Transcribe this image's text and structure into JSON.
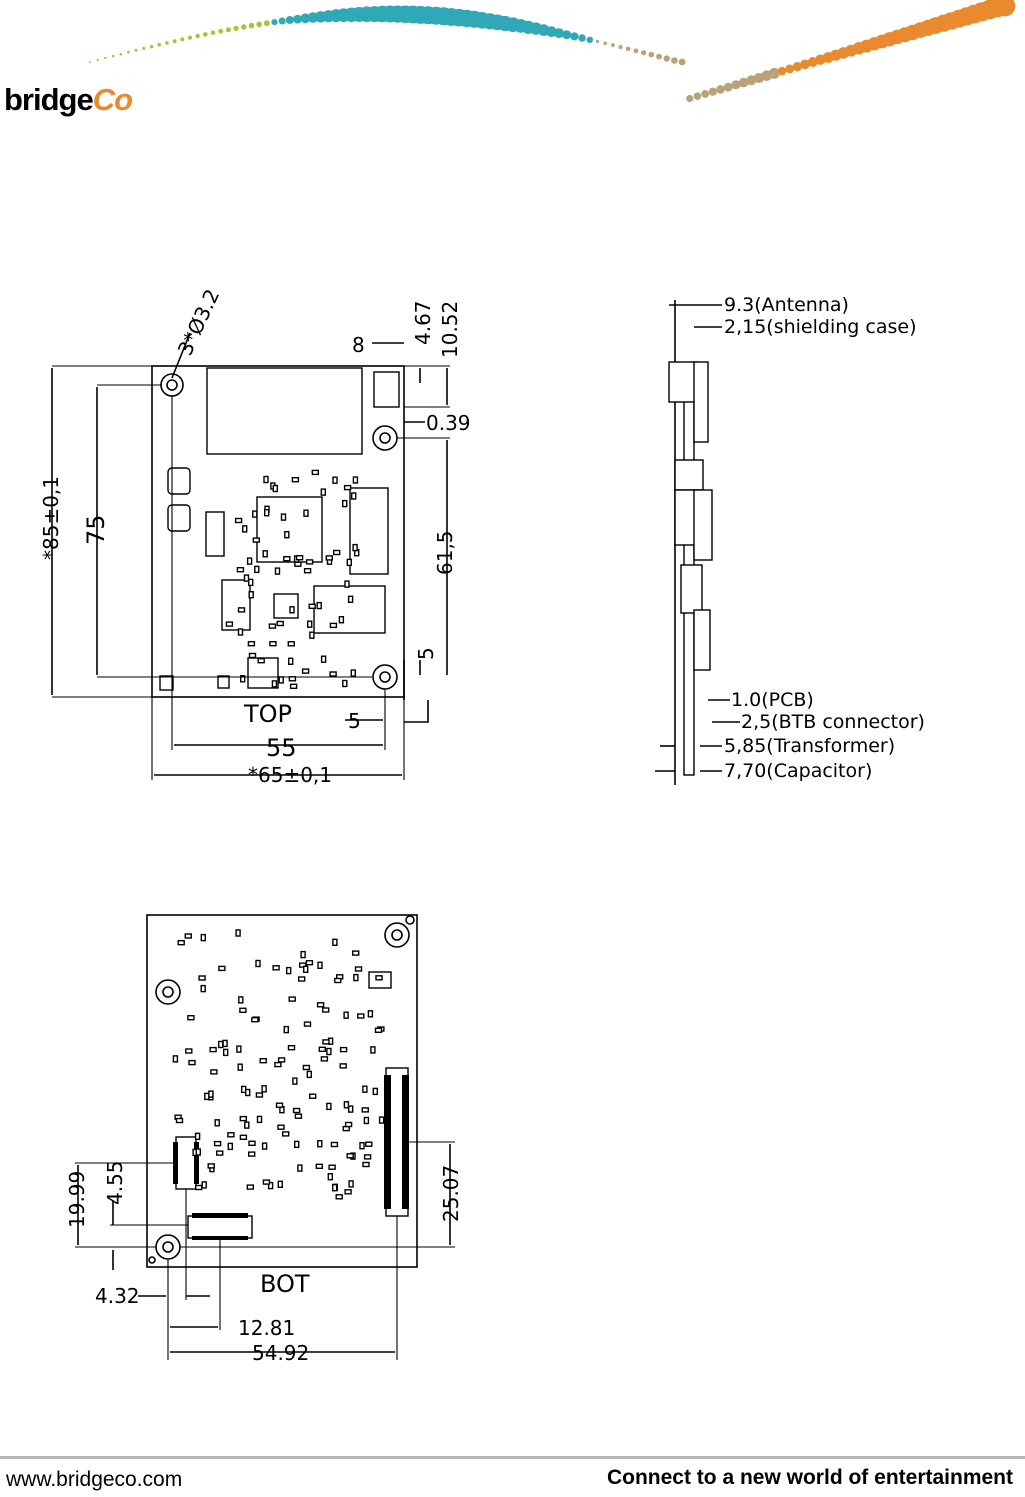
{
  "header": {
    "logo_brand": "bridge",
    "logo_suffix": "Co",
    "colors": {
      "green": "#9cc93a",
      "teal": "#2fa8b8",
      "orange": "#e98a2f",
      "tan": "#b9a27a"
    }
  },
  "top_view": {
    "view_label": "TOP",
    "dims": {
      "holes": "3*Ø3.2",
      "height_overall": "*85±0,1",
      "height_holes": "75",
      "width_overall": "*65±0,1",
      "width_holes": "55",
      "right_offset": "5",
      "bottom_offset": "5",
      "corner_8": "8",
      "d_467": "4.67",
      "d_1052": "10.52",
      "d_039": "0.39",
      "d_615": "61,5"
    }
  },
  "side_view": {
    "callouts": {
      "antenna": "9.3(Antenna)",
      "shielding": "2,15(shielding case)",
      "pcb": "1.0(PCB)",
      "btb": "2,5(BTB connector)",
      "transformer": "5,85(Transformer)",
      "capacitor": "7,70(Capacitor)"
    }
  },
  "bottom_view": {
    "view_label": "BOT",
    "dims": {
      "d_1999": "19.99",
      "d_455": "4.55",
      "d_2507": "25.07",
      "d_432": "4.32",
      "d_1281": "12.81",
      "d_5492": "54.92"
    }
  },
  "footer": {
    "url": "www.bridgeco.com",
    "tagline": "Connect to a new world of entertainment"
  }
}
